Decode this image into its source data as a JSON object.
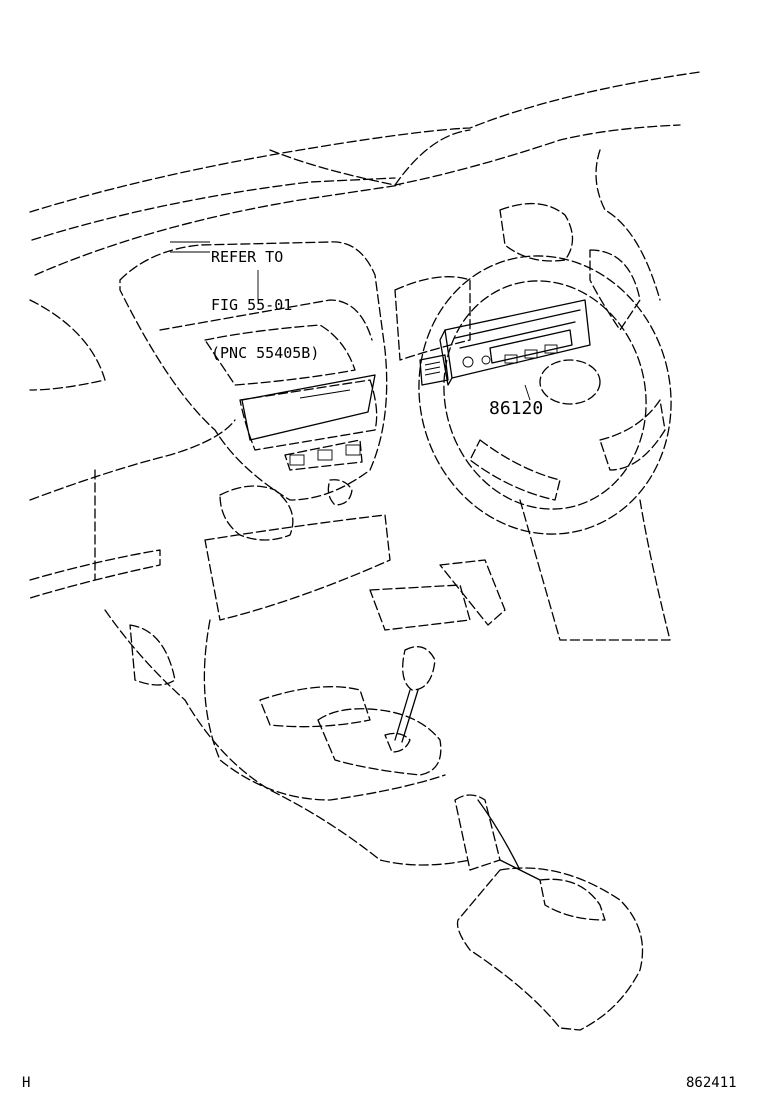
{
  "callout": {
    "refer_line1": "REFER TO",
    "refer_line2": "FIG 55-01",
    "refer_line3": "(PNC 55405B)",
    "part_number": "86120"
  },
  "footer": {
    "corner_code": "H",
    "illustration_number": "862411"
  }
}
